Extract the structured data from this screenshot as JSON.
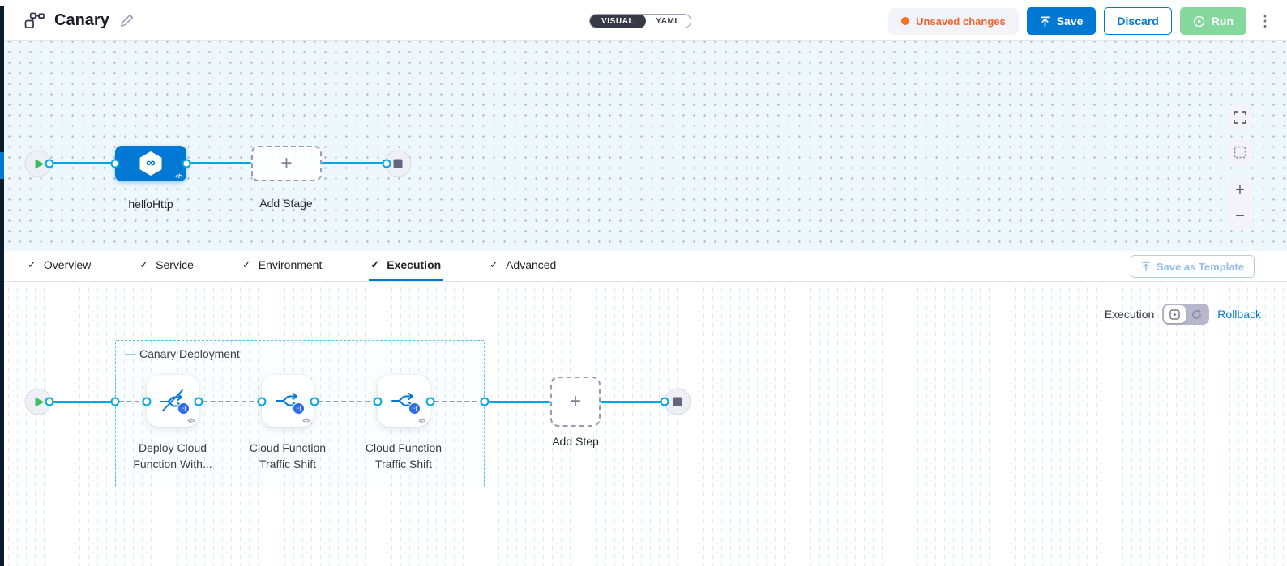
{
  "icons": {
    "plus": "+",
    "zoom_out": "−",
    "check": "✓",
    "infinity": "∞",
    "code": "</>",
    "kebab": "⋮",
    "collapse_dash": "—",
    "badge": "(-)"
  },
  "header": {
    "title": "Canary",
    "view_toggle": {
      "visual": "VISUAL",
      "yaml": "YAML",
      "selected": "VISUAL"
    },
    "unsaved_badge": "Unsaved changes",
    "save_label": "Save",
    "discard_label": "Discard",
    "run_label": "Run"
  },
  "stage_pipeline": {
    "stage_name": "helloHttp",
    "add_stage_label": "Add Stage"
  },
  "tabs": {
    "items": [
      {
        "label": "Overview",
        "active": false
      },
      {
        "label": "Service",
        "active": false
      },
      {
        "label": "Environment",
        "active": false
      },
      {
        "label": "Execution",
        "active": true
      },
      {
        "label": "Advanced",
        "active": false
      }
    ],
    "save_as_template_label": "Save as Template"
  },
  "execution_panel": {
    "mode_label": "Execution",
    "rollback_label": "Rollback",
    "group_title": "Canary Deployment",
    "steps": [
      {
        "name_line1": "Deploy Cloud",
        "name_line2": "Function With..."
      },
      {
        "name_line1": "Cloud Function",
        "name_line2": "Traffic Shift"
      },
      {
        "name_line1": "Cloud Function",
        "name_line2": "Traffic Shift"
      }
    ],
    "add_step_label": "Add Step"
  },
  "colors": {
    "primary_blue": "#0278d5",
    "connector_cyan": "#00a7e4",
    "accent_orange": "#ef652f",
    "run_green": "#86d89d",
    "canvas_tint": "#eef8fc",
    "dark_rail": "#0a1b2d"
  }
}
